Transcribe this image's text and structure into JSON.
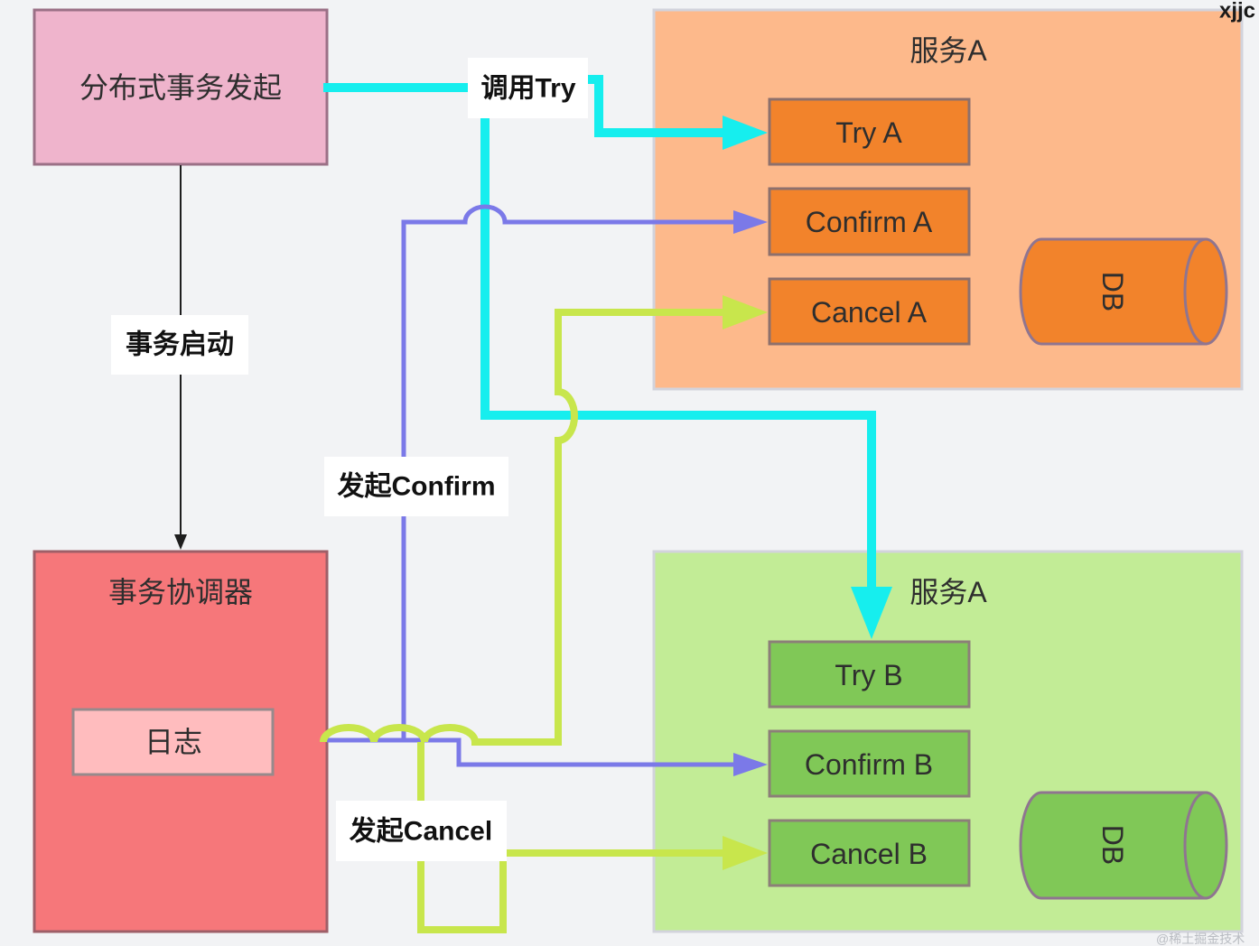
{
  "initiator": {
    "label": "分布式事务发起"
  },
  "coordinator": {
    "title": "事务协调器",
    "log": "日志"
  },
  "edge_labels": {
    "start_transaction": "事务启动",
    "call_try": "调用Try",
    "send_confirm": "发起Confirm",
    "send_cancel": "发起Cancel"
  },
  "service_a": {
    "title": "服务A",
    "try": "Try A",
    "confirm": "Confirm A",
    "cancel": "Cancel A",
    "db": "DB"
  },
  "service_b": {
    "title": "服务A",
    "try": "Try B",
    "confirm": "Confirm B",
    "cancel": "Cancel B",
    "db": "DB"
  },
  "corner_text": "xjjc",
  "watermark": "@稀土掘金技术",
  "colors": {
    "background": "#f2f3f5",
    "initiator_fill": "#efb4cc",
    "coordinator_fill": "#f6777a",
    "log_fill": "#ffbcbe",
    "service_a_panel": "#fdb98b",
    "service_a_node": "#f2832b",
    "service_b_panel": "#c2ec96",
    "service_b_node": "#80c857",
    "try_line": "#16eeee",
    "confirm_line": "#7b79e8",
    "cancel_line": "#c8e64c",
    "start_line": "#1e1e1e"
  }
}
